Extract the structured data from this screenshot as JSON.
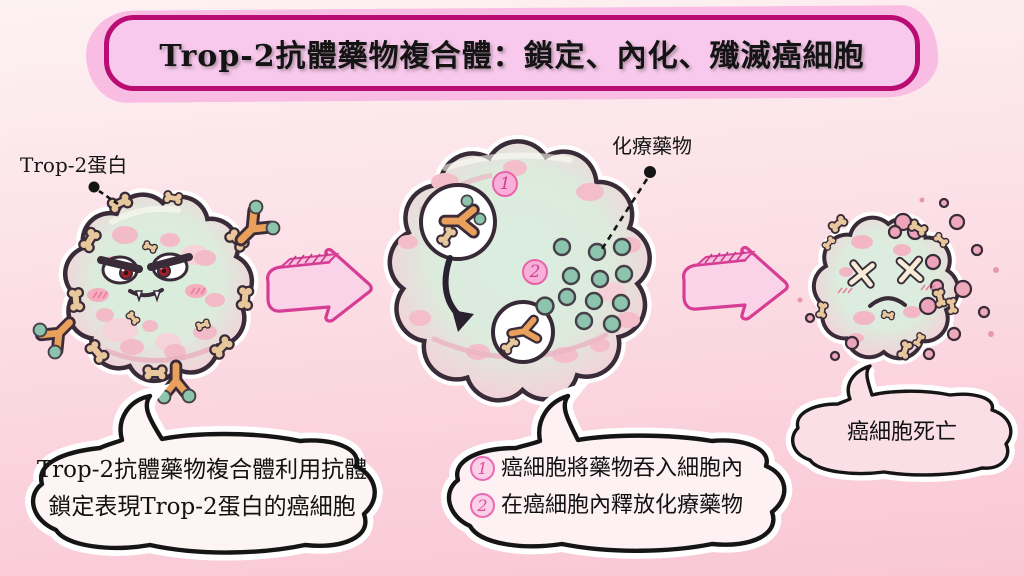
{
  "title": {
    "text": "Trop-2抗體藥物複合體：鎖定、內化、殲滅癌細胞"
  },
  "callouts": {
    "trop2_protein": "Trop-2蛋白",
    "chemo_drug": "化療藥物"
  },
  "step_badges": {
    "step1": "1",
    "step2": "2"
  },
  "speech_bubbles": {
    "left": {
      "line1": "Trop-2抗體藥物複合體利用抗體",
      "line2": "鎖定表現Trop-2蛋白的癌細胞"
    },
    "middle": {
      "items": [
        {
          "badge": "1",
          "text": "癌細胞將藥物吞入細胞內"
        },
        {
          "badge": "2",
          "text": "在癌細胞內釋放化療藥物"
        }
      ]
    },
    "right": {
      "text": "癌細胞死亡"
    }
  },
  "colors": {
    "background_top": "#fdf2f3",
    "background_bottom": "#f9c6d4",
    "banner_border": "#b90d73",
    "banner_fill": "#f8c9ec",
    "banner_blob": "#f9bde4",
    "arrow_pink": "#d63d94",
    "antibody_orange": "#e9a05c",
    "drug_dot_green": "#8cc4ae",
    "badge_pink": "#e763ac",
    "cell_outline": "#3a2b38"
  }
}
